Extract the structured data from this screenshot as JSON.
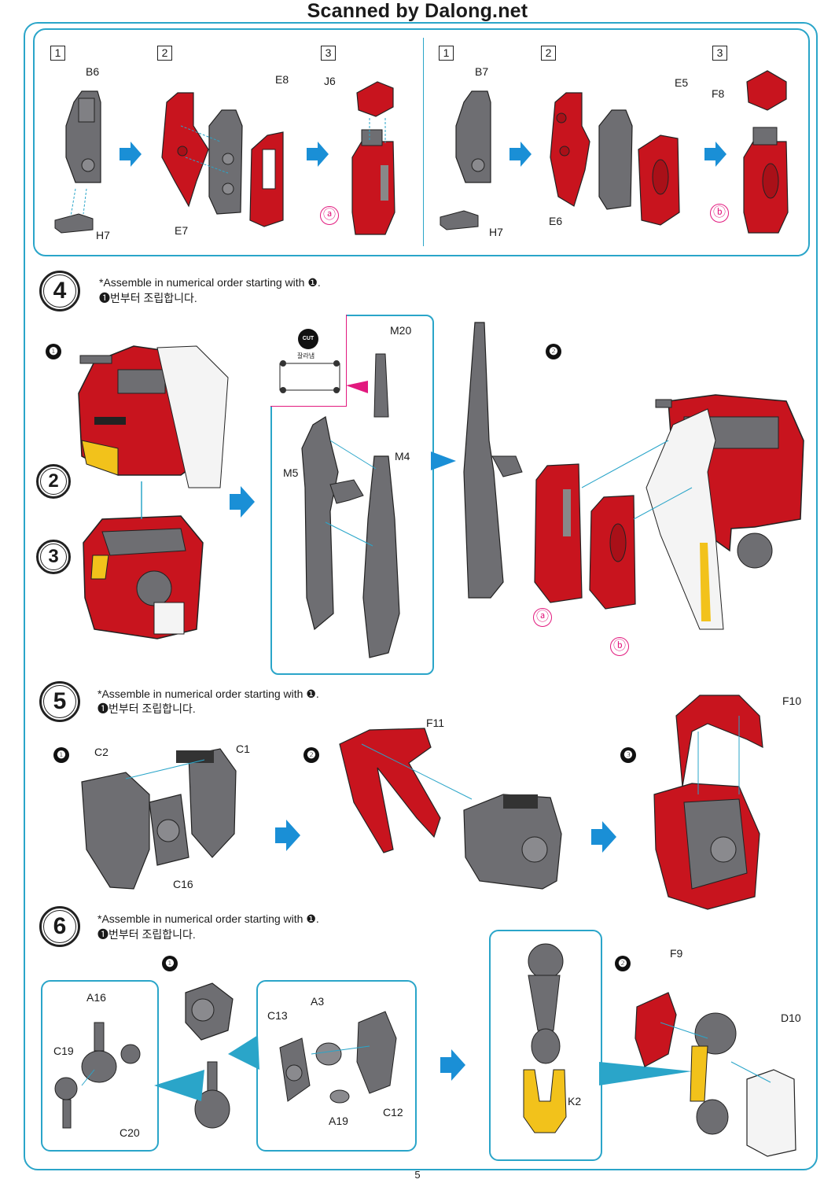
{
  "header": {
    "title": "Scanned by Dalong.net"
  },
  "page_number": "5",
  "top_panel": {
    "left": {
      "steps": [
        "1",
        "2",
        "3"
      ],
      "parts": [
        "B6",
        "H7",
        "E7",
        "E8",
        "J6"
      ],
      "result_mark": "ⓐ"
    },
    "right": {
      "steps": [
        "1",
        "2",
        "3"
      ],
      "parts": [
        "B7",
        "H7",
        "E6",
        "E5",
        "F8"
      ],
      "result_mark": "ⓑ"
    }
  },
  "step4": {
    "number": "4",
    "note_en": "*Assemble in numerical order starting with ❶.",
    "note_ko": "❶번부터 조립합니다.",
    "sub1": "❶",
    "sub2": "❷",
    "circ2": "2",
    "circ3": "3",
    "inset_cut_label": "CUT",
    "inset_cut_ko": "잘라냄",
    "parts": [
      "M20",
      "M5",
      "M4"
    ],
    "marks": [
      "ⓐ",
      "ⓑ"
    ]
  },
  "step5": {
    "number": "5",
    "note_en": "*Assemble in numerical order starting with ❶.",
    "note_ko": "❶번부터 조립합니다.",
    "subs": [
      "❶",
      "❷",
      "❸"
    ],
    "parts": [
      "C2",
      "C1",
      "C16",
      "F11",
      "F10"
    ]
  },
  "step6": {
    "number": "6",
    "note_en": "*Assemble in numerical order starting with ❶.",
    "note_ko": "❶번부터 조립합니다.",
    "subs": [
      "❶",
      "❷"
    ],
    "parts": [
      "A16",
      "C19",
      "C20",
      "C13",
      "A3",
      "A19",
      "C12",
      "K2",
      "F9",
      "D10"
    ]
  },
  "colors": {
    "accent": "#2aa5c9",
    "red": "#c8141e",
    "gray": "#6e6e72",
    "yellow": "#f2c21b",
    "arrow": "#1a8fd6",
    "mark": "#e2197e"
  }
}
